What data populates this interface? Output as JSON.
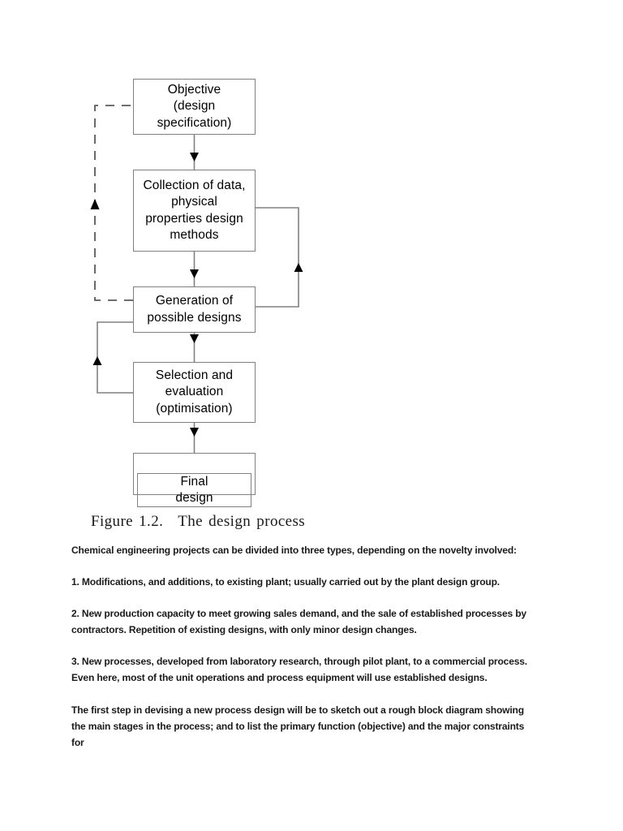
{
  "figure": {
    "caption_number": "Figure 1.2.",
    "caption_title": "The design process",
    "nodes": [
      {
        "id": "objective",
        "label": "Objective\n(design\nspecification)"
      },
      {
        "id": "collection",
        "label": "Collection of data,\nphysical\nproperties design\nmethods"
      },
      {
        "id": "generation",
        "label": "Generation of\npossible designs"
      },
      {
        "id": "selection",
        "label": "Selection and\nevaluation\n(optimisation)"
      },
      {
        "id": "final",
        "label": "Final\ndesign"
      }
    ],
    "line_color": "#808080",
    "arrow_color": "#000000"
  },
  "body": {
    "paragraphs": [
      "Chemical engineering projects can be divided into three types, depending on the novelty involved:",
      "1. Modifications, and additions, to existing plant; usually carried out by the plant design group.",
      "2. New production capacity to meet growing sales demand, and the sale of established processes by contractors. Repetition of existing designs, with only minor design changes.",
      "3. New processes, developed from laboratory research, through pilot plant, to a commercial process. Even here, most of the unit operations and process equipment will use established designs.",
      "The first step in devising a new process design will be to sketch out a rough block diagram showing the main stages in the process; and to list the primary function (objective) and the major constraints for"
    ]
  }
}
